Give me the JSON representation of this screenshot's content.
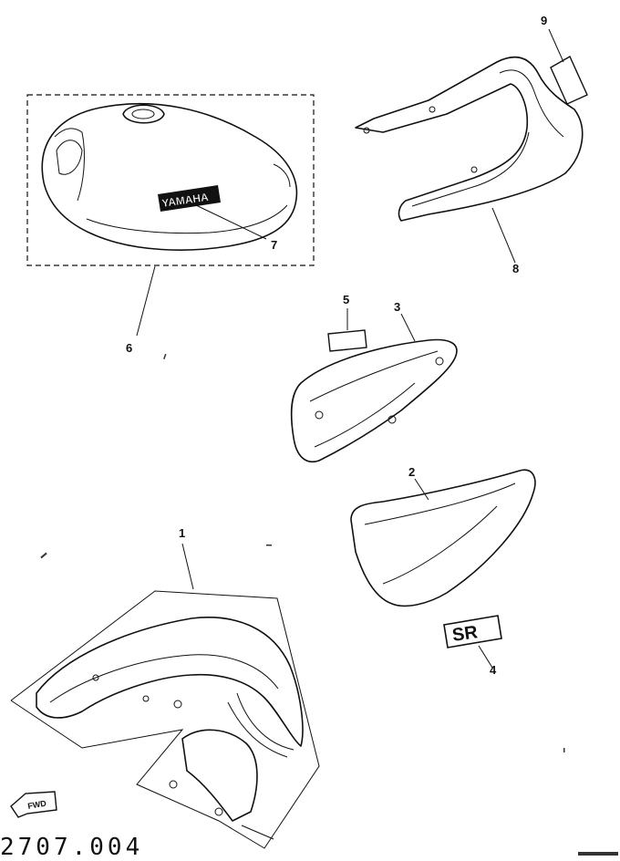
{
  "figure_number": "2707.004",
  "callouts": {
    "c1": "1",
    "c2": "2",
    "c3": "3",
    "c4": "4",
    "c5": "5",
    "c6": "6",
    "c7": "7",
    "c8": "8",
    "c9": "9"
  },
  "tank_emblem_text": "YAMAHA",
  "side_cover_badge_text": "SR",
  "direction_arrow_text": "FWD"
}
